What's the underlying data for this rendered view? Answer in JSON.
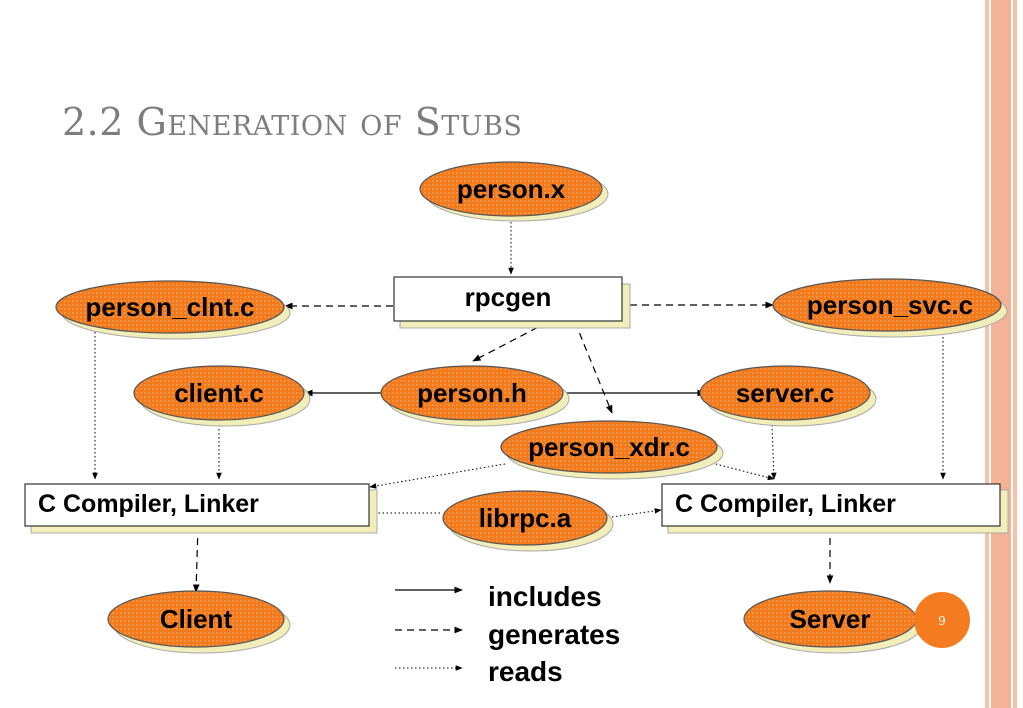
{
  "slide": {
    "title": "2.2 Generation of Stubs",
    "page_number": "9"
  },
  "nodes": {
    "person_x": "person.x",
    "rpcgen": "rpcgen",
    "person_clnt_c": "person_clnt.c",
    "person_svc_c": "person_svc.c",
    "client_c": "client.c",
    "person_h": "person.h",
    "server_c": "server.c",
    "person_xdr_c": "person_xdr.c",
    "compiler_left": "C Compiler, Linker",
    "compiler_right": "C Compiler, Linker",
    "librpc_a": "librpc.a",
    "client": "Client",
    "server": "Server"
  },
  "legend": {
    "includes": "includes",
    "generates": "generates",
    "reads": "reads"
  },
  "colors": {
    "ellipse_fill": "#f07a1c",
    "shadow": "#f1eeb9",
    "title": "#7d7d7d",
    "page_badge": "#f47b20",
    "stripe": "#f4b296"
  }
}
